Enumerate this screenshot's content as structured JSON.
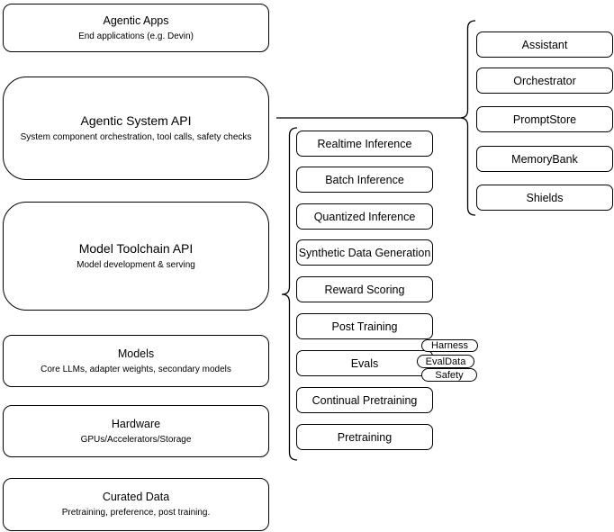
{
  "diagram": {
    "background": "#ffffff",
    "stroke": "#000000",
    "text_color": "#000000",
    "stack": [
      {
        "title": "Agentic Apps",
        "subtitle": "End applications (e.g. Devin)"
      },
      {
        "title": "Agentic System API",
        "subtitle": "System component orchestration, tool calls, safety checks"
      },
      {
        "title": "Model Toolchain API",
        "subtitle": "Model development & serving"
      },
      {
        "title": "Models",
        "subtitle": "Core LLMs, adapter weights, secondary models"
      },
      {
        "title": "Hardware",
        "subtitle": "GPUs/Accelerators/Storage"
      },
      {
        "title": "Curated Data",
        "subtitle": "Pretraining, preference, post training."
      }
    ],
    "toolchain": {
      "items": [
        "Realtime Inference",
        "Batch Inference",
        "Quantized Inference",
        "Synthetic Data Generation",
        "Reward Scoring",
        "Post Training",
        "Evals",
        "Continual Pretraining",
        "Pretraining"
      ],
      "evals_tags": [
        "Harness",
        "EvalData",
        "Safety"
      ]
    },
    "system_components": [
      "Assistant",
      "Orchestrator",
      "PromptStore",
      "MemoryBank",
      "Shields"
    ]
  }
}
